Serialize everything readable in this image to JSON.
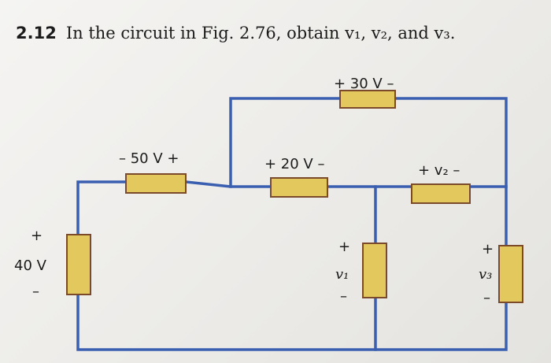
{
  "problem": {
    "number": "2.12",
    "text": "In the circuit in Fig. 2.76, obtain v₁, v₂, and v₃."
  },
  "labels": {
    "top_element": "+ 30 V –",
    "left_top_element": "– 50 V +",
    "middle_top_element": "+ 20 V –",
    "right_top_element": "+ v₂ –",
    "left_source_plus": "+",
    "left_source_value": "40 V",
    "left_source_minus": "–",
    "v1_plus": "+",
    "v1_name": "v₁",
    "v1_minus": "–",
    "v3_plus": "+",
    "v3_name": "v₃",
    "v3_minus": "–"
  },
  "colors": {
    "wire": "#3a5fb0",
    "element_fill": "#e3c85e",
    "element_stroke": "#7a4a2a",
    "text": "#1b1b1b"
  }
}
